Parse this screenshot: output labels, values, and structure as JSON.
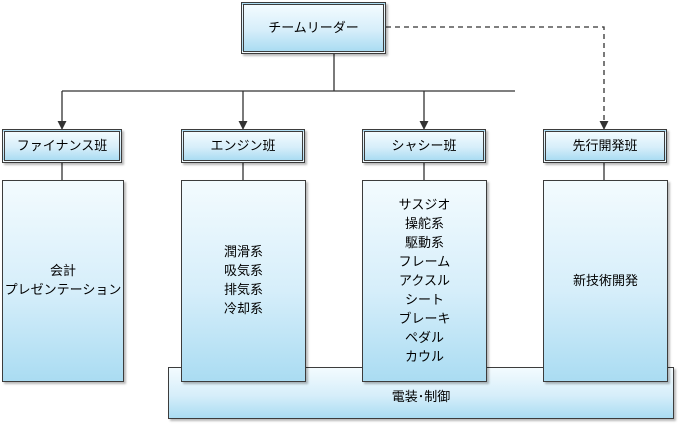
{
  "leader": {
    "label": "チームリーダー"
  },
  "teams": [
    {
      "label": "ファイナンス班",
      "items": [
        "会計",
        "プレゼンテーション"
      ]
    },
    {
      "label": "エンジン班",
      "items": [
        "潤滑系",
        "吸気系",
        "排気系",
        "冷却系"
      ]
    },
    {
      "label": "シャシー班",
      "items": [
        "サスジオ",
        "操舵系",
        "駆動系",
        "フレーム",
        "アクスル",
        "シート",
        "ブレーキ",
        "ペダル",
        "カウル"
      ]
    },
    {
      "label": "先行開発班",
      "items": [
        "新技術開発"
      ]
    }
  ],
  "shared": {
    "label": "電装･制御"
  },
  "colors": {
    "line": "#333333",
    "border": "#3c3c3c",
    "fill_top": "#f3fbfe",
    "fill_bottom": "#aadcf2"
  }
}
